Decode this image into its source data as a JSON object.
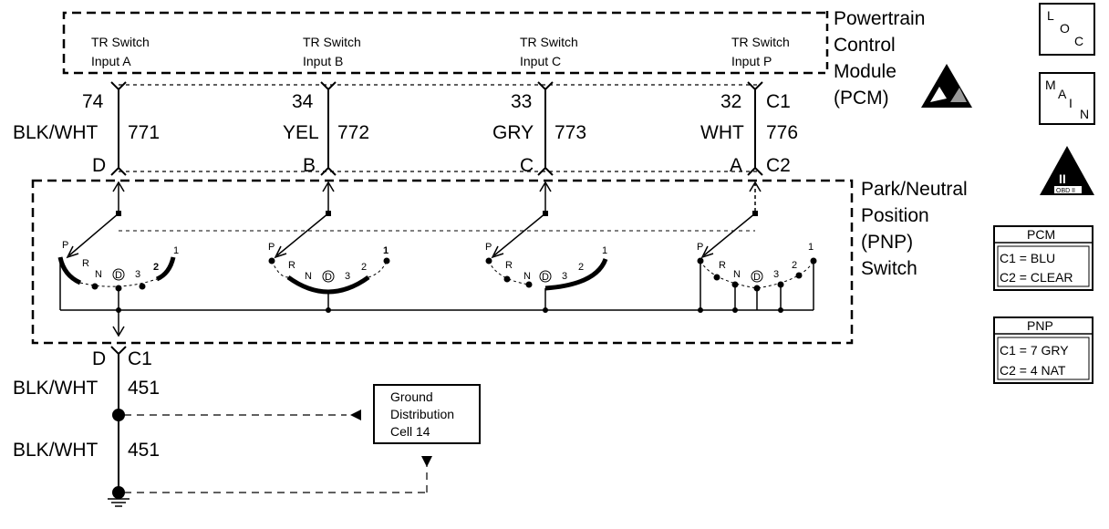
{
  "pcm_module": {
    "label_lines": [
      "Powertrain",
      "Control",
      "Module",
      "(PCM)"
    ],
    "inputs": [
      {
        "line1": "TR Switch",
        "line2": "Input A",
        "pin": "74",
        "color": "BLK/WHT",
        "circuit": "771",
        "letter": "D"
      },
      {
        "line1": "TR Switch",
        "line2": "Input B",
        "pin": "34",
        "color": "YEL",
        "circuit": "772",
        "letter": "B"
      },
      {
        "line1": "TR Switch",
        "line2": "Input C",
        "pin": "33",
        "color": "GRY",
        "circuit": "773",
        "letter": "C"
      },
      {
        "line1": "TR Switch",
        "line2": "Input P",
        "pin": "32",
        "color": "WHT",
        "circuit": "776",
        "letter": "A"
      }
    ],
    "connector_c1": "C1",
    "connector_c2": "C2"
  },
  "pnp_switch": {
    "label_lines": [
      "Park/Neutral",
      "Position",
      "(PNP)",
      "Switch"
    ],
    "positions": [
      "P",
      "R",
      "N",
      "D",
      "3",
      "2",
      "1"
    ],
    "output_letter": "D",
    "output_connector": "C1"
  },
  "ground_wire": {
    "upper_color": "BLK/WHT",
    "upper_circuit": "451",
    "lower_color": "BLK/WHT",
    "lower_circuit": "451"
  },
  "ground_distribution": {
    "lines": [
      "Ground",
      "Distribution",
      "Cell 14"
    ]
  },
  "legend": {
    "loc_icon": {
      "l": "L",
      "o": "O",
      "c": "C"
    },
    "main_icon": {
      "m": "M",
      "a": "A",
      "i": "I",
      "n": "N"
    },
    "obd_icon": {
      "roman": "II",
      "text": "OBD II"
    },
    "pcm_box": {
      "title": "PCM",
      "lines": [
        "C1 = BLU",
        "C2 = CLEAR"
      ]
    },
    "pnp_box": {
      "title": "PNP",
      "lines": [
        "C1 = 7 GRY",
        "C2 = 4 NAT"
      ]
    }
  }
}
